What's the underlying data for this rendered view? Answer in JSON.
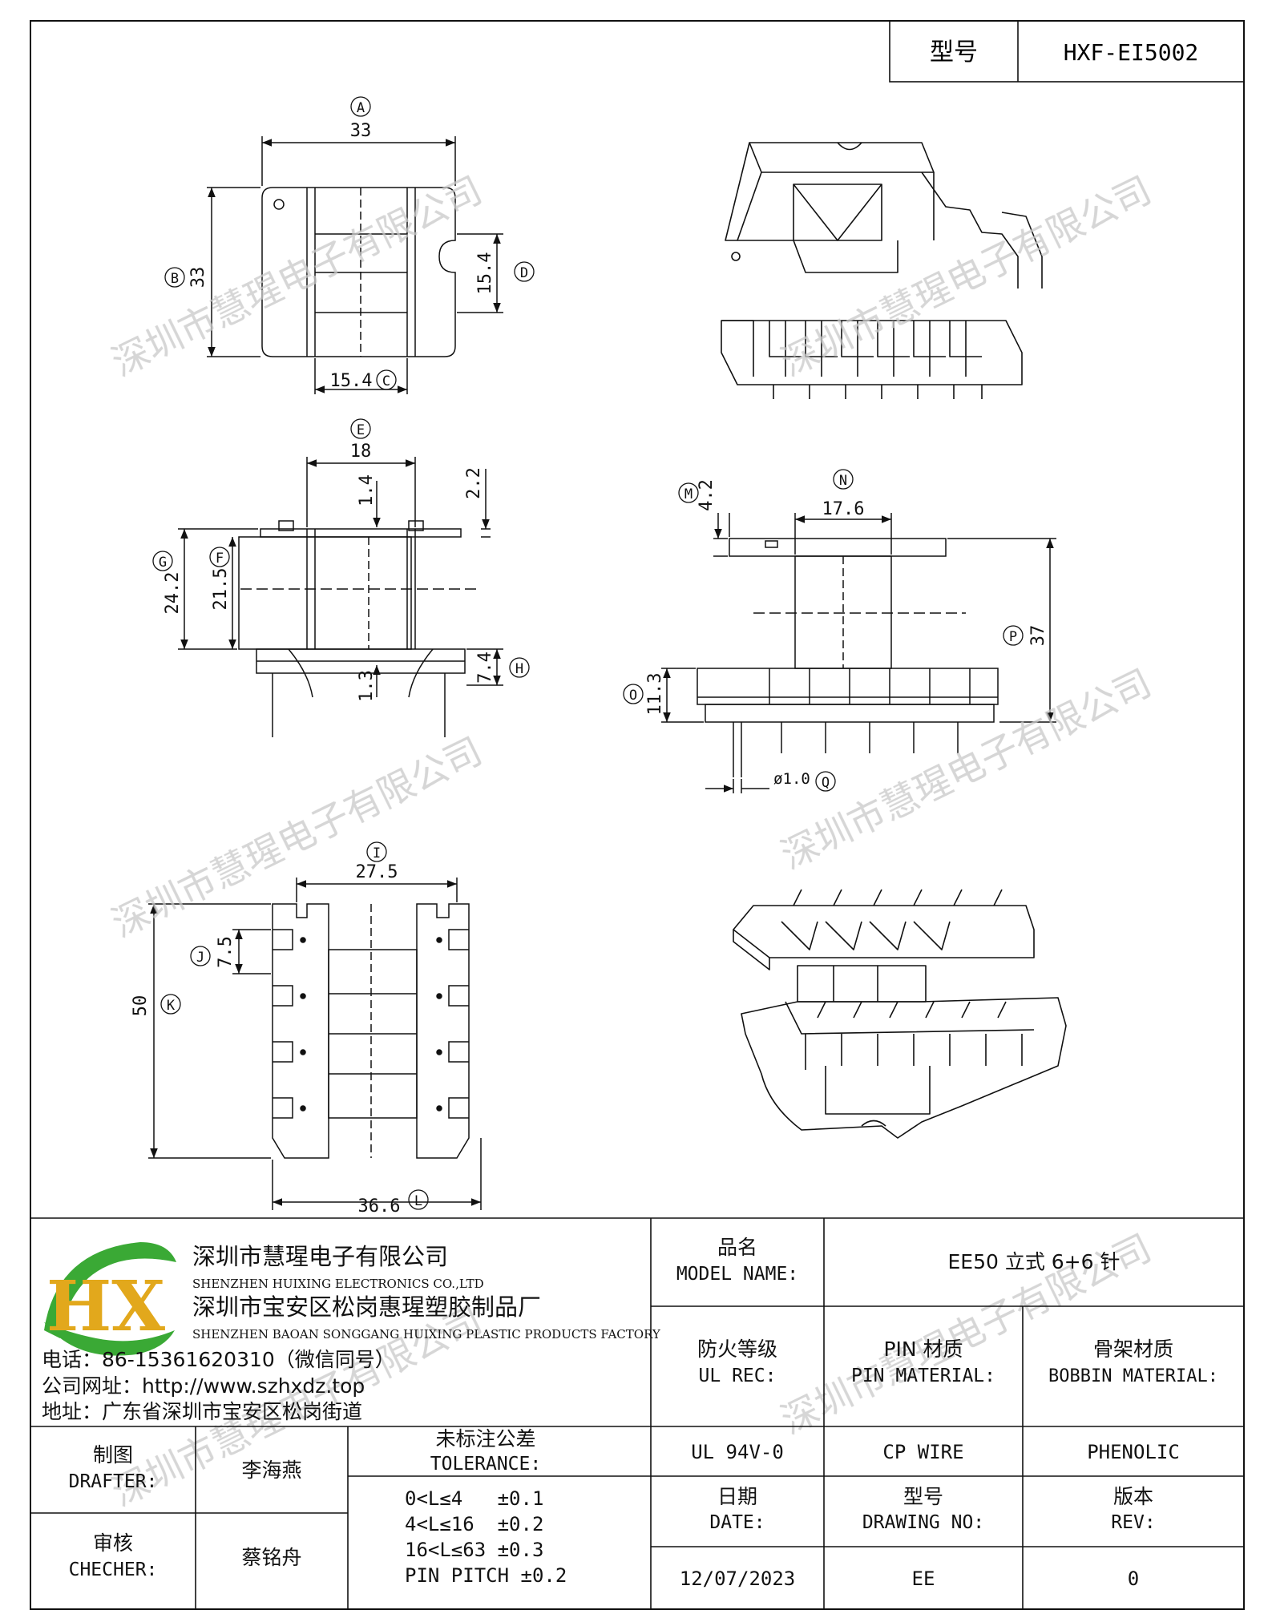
{
  "header": {
    "model_label": "型号",
    "model_value": "HXF-EI5002"
  },
  "watermark": "深圳市慧瑆电子有限公司",
  "dims": {
    "A": "A",
    "A_val": "33",
    "B": "B",
    "B_val": "33",
    "C": "C",
    "C_val": "15.4",
    "D": "D",
    "D_val": "15.4",
    "E": "E",
    "E_val": "18",
    "F": "F",
    "F_val": "21.5",
    "G": "G",
    "G_val": "24.2",
    "H": "H",
    "H_val": "7.4",
    "v14": "1.4",
    "v22": "2.2",
    "v13": "1.3",
    "M": "M",
    "M_val": "4.2",
    "N": "N",
    "N_val": "17.6",
    "O": "O",
    "O_val": "11.3",
    "P": "P",
    "P_val": "37",
    "Q": "Q",
    "Q_val": "ø1.0",
    "I": "I",
    "I_val": "27.5",
    "J": "J",
    "J_val": "7.5",
    "K": "K",
    "K_val": "50",
    "L": "L",
    "L_val": "36.6"
  },
  "company": {
    "logo_text": "HX",
    "name_cn": "深圳市慧瑆电子有限公司",
    "name_en": "SHENZHEN HUIXING ELECTRONICS CO.,LTD",
    "factory_cn": "深圳市宝安区松岗惠瑆塑胶制品厂",
    "factory_en": "SHENZHEN BAOAN SONGGANG HUIXING PLASTIC PRODUCTS FACTORY",
    "phone": "电话：86-15361620310（微信同号）",
    "website": "公司网址：http://www.szhxdz.top",
    "address": "地址：广东省深圳市宝安区松岗街道"
  },
  "table": {
    "model_name_cn": "品名",
    "model_name_en": "MODEL NAME:",
    "model_name_value": "EE50 立式 6+6 针",
    "ul_cn": "防火等级",
    "ul_en": "UL REC:",
    "pin_cn": "PIN 材质",
    "pin_en": "PIN MATERIAL:",
    "bobbin_cn": "骨架材质",
    "bobbin_en": "BOBBIN MATERIAL:",
    "ul_value": "UL 94V-0",
    "pin_value": "CP WIRE",
    "bobbin_value": "PHENOLIC",
    "drafter_cn": "制图",
    "drafter_en": "DRAFTER:",
    "drafter_name": "李海燕",
    "checker_cn": "审核",
    "checker_en": "CHECHER:",
    "checker_name": "蔡铭舟",
    "tol_cn": "未标注公差",
    "tol_en": "TOLERANCE:",
    "tol_1": "0<L≤4   ±0.1",
    "tol_2": "4<L≤16  ±0.2",
    "tol_3": "16<L≤63 ±0.3",
    "tol_4": "PIN PITCH ±0.2",
    "date_cn": "日期",
    "date_en": "DATE:",
    "date_value": "12/07/2023",
    "dwg_cn": "型号",
    "dwg_en": "DRAWING NO:",
    "dwg_value": "EE",
    "rev_cn": "版本",
    "rev_en": "REV:",
    "rev_value": "0"
  },
  "colors": {
    "logo_green": "#3aa935",
    "logo_gold": "#e2a81c",
    "line": "#111111",
    "watermark": "#c8c8c8"
  }
}
